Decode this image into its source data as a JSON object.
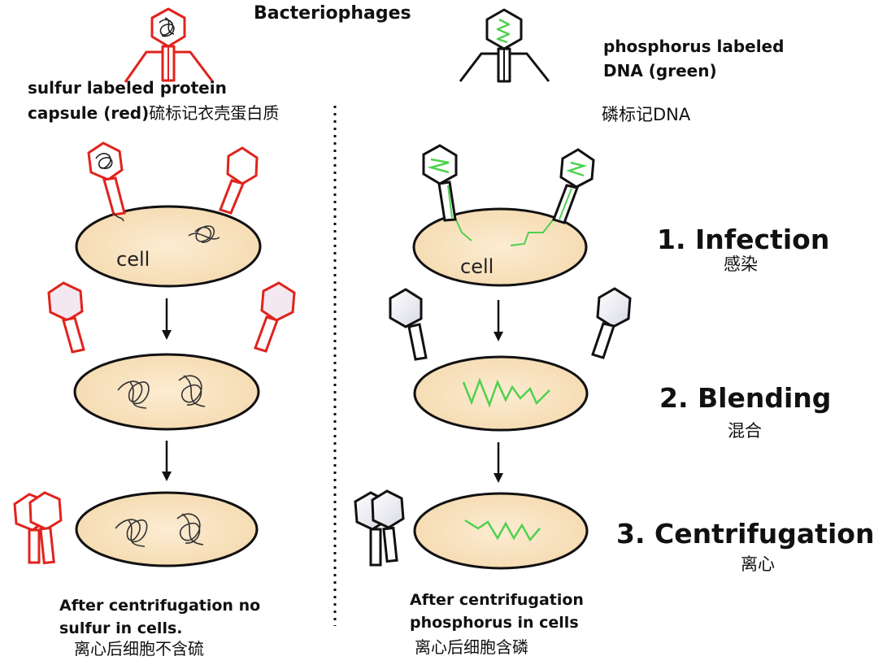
{
  "title": "Bacteriophages",
  "left_label": {
    "line1": "sulfur labeled protein",
    "line2_en": "capsule (red)",
    "line2_cn": "硫标记衣壳蛋白质"
  },
  "right_label": {
    "line1": "phosphorus labeled",
    "line2": "DNA  (green)",
    "cn": "磷标记DNA"
  },
  "cell_label": "cell",
  "steps": [
    {
      "en": "1. Infection",
      "cn": "感染"
    },
    {
      "en": "2. Blending",
      "cn": "混合"
    },
    {
      "en": "3. Centrifugation",
      "cn": "离心"
    }
  ],
  "left_result": {
    "line1": "After centrifugation no",
    "line2": "sulfur in cells.",
    "cn": "离心后细胞不含硫"
  },
  "right_result": {
    "line1": "After centrifugation",
    "line2": "phosphorus in cells",
    "cn": "离心后细胞含磷"
  },
  "colors": {
    "protein_label": "#e0231c",
    "dna_label": "#4fd14f",
    "cell_fill": "#f9e3bf",
    "outline": "#111111",
    "phage_head_fill": "#eeeef4"
  }
}
